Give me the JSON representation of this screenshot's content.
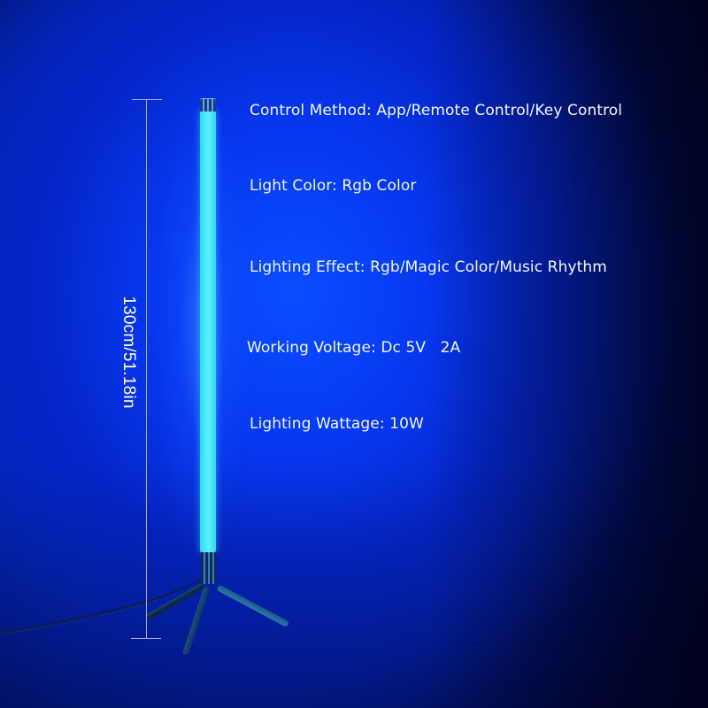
{
  "product": {
    "name": "RGB LED floor lamp",
    "colors": {
      "background_center": "#0a4dff",
      "background_edge": "#010524",
      "tube_light": "#48e8ff",
      "dimension_line": "#b7a8e8",
      "text": "#f2f6ff"
    }
  },
  "dimension": {
    "label": "130cm/51.18in"
  },
  "specs": [
    {
      "label": "Control Method: App/Remote Control/Key Control"
    },
    {
      "label": "Light Color: Rgb Color"
    },
    {
      "label": "Lighting Effect: Rgb/Magic Color/Music Rhythm"
    },
    {
      "label": "Working Voltage: Dc 5V   2A"
    },
    {
      "label": "Lighting Wattage: 10W"
    }
  ]
}
